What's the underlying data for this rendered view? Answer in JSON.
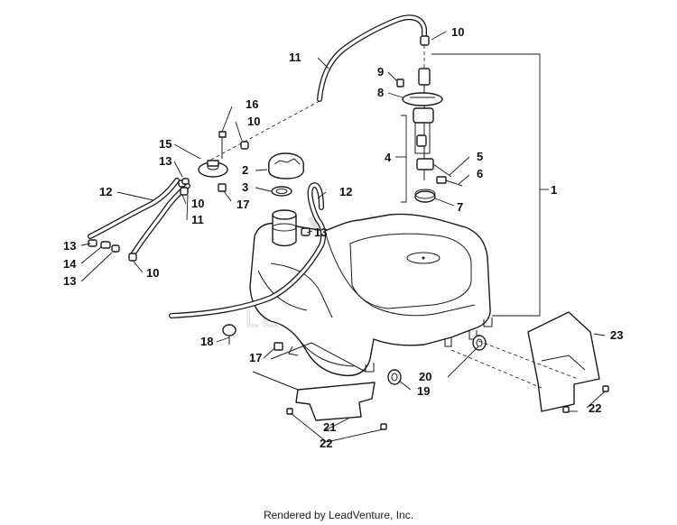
{
  "watermark": "LEADVENTURE",
  "footer": "Rendered by LeadVenture, Inc.",
  "callouts": {
    "c1": "1",
    "c2": "2",
    "c3": "3",
    "c4": "4",
    "c5": "5",
    "c6": "6",
    "c7": "7",
    "c8": "8",
    "c9": "9",
    "c10a": "10",
    "c10b": "10",
    "c10c": "10",
    "c10d": "10",
    "c11a": "11",
    "c11b": "11",
    "c12a": "12",
    "c12b": "12",
    "c13a": "13",
    "c13b": "13",
    "c13c": "13",
    "c13d": "13",
    "c14": "14",
    "c15": "15",
    "c16": "16",
    "c17a": "17",
    "c17b": "17",
    "c18": "18",
    "c19": "19",
    "c20": "20",
    "c21": "21",
    "c22a": "22",
    "c22b": "22",
    "c23": "23"
  }
}
